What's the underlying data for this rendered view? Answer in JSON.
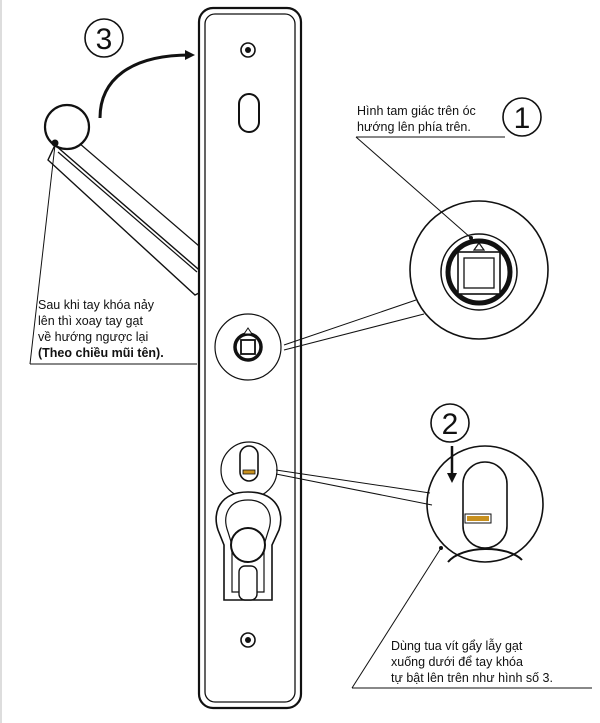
{
  "steps": {
    "step1": {
      "number": "1",
      "lines": [
        "Hình tam giác trên óc",
        "hướng lên phía trên."
      ]
    },
    "step2": {
      "number": "2",
      "lines": [
        "Dùng tua vít gẩy lẫy gạt",
        "xuống dưới để tay khóa",
        "tự bật lên trên như hình số 3."
      ]
    },
    "step3": {
      "number": "3",
      "lines": [
        "Sau khi tay khóa nảy",
        "lên thì xoay tay gạt",
        "về hướng ngược lại",
        "(Theo chiều mũi tên)."
      ]
    }
  },
  "colors": {
    "ink": "#111111",
    "latch_accent": "#c8901e"
  }
}
